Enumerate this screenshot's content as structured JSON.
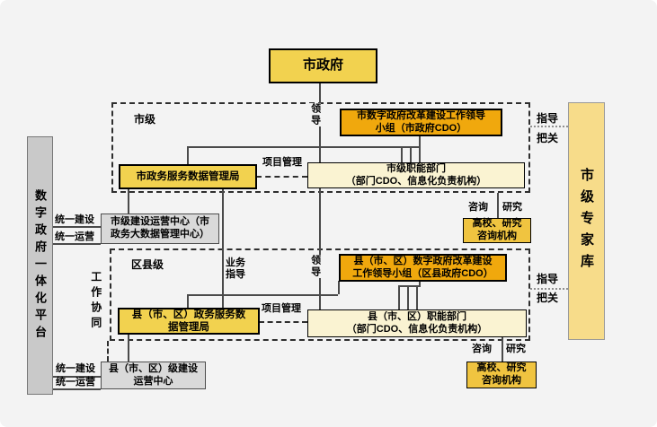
{
  "bars": {
    "platform": {
      "label": "数字政府一体化平台"
    },
    "expert": {
      "label": "市级专家库"
    }
  },
  "sections": {
    "city": {
      "label": "市级"
    },
    "county": {
      "label": "区县级"
    }
  },
  "boxes": {
    "city_gov": {
      "label": "市政府"
    },
    "city_leading_group": {
      "label": "市数字政府改革建设工作领导\n小组（市政府CDO）"
    },
    "city_data_bureau": {
      "label": "市政务服务数据管理局"
    },
    "city_departments": {
      "label": "市级职能部门\n（部门CDO、信息化负责机构）"
    },
    "city_operation_center": {
      "label": "市级建设运营中心（市\n政务大数据管理中心）"
    },
    "city_advisory": {
      "label": "高校、研究\n咨询机构"
    },
    "county_leading_group": {
      "label": "县（市、区）数字政府改革建设\n工作领导小组（区县政府CDO）"
    },
    "county_data_bureau": {
      "label": "县（市、区）政务服务数\n据管理局"
    },
    "county_departments": {
      "label": "县（市、区）职能部门\n（部门CDO、信息化负责机构）"
    },
    "county_operation_center": {
      "label": "县（市、区）级建设\n运营中心"
    },
    "county_advisory": {
      "label": "高校、研究\n咨询机构"
    }
  },
  "edge_labels": {
    "lead_top": "领导",
    "lead_bottom": "领导",
    "project_mgmt_top": "项目管理",
    "project_mgmt_bottom": "项目管理",
    "biz_guidance": "业务\n指导",
    "unified_build_top": "统一建设",
    "unified_ops_top": "统一运营",
    "unified_build_bottom": "统一建设",
    "unified_ops_bottom": "统一运营",
    "consult_top": "咨询",
    "research_top": "研究",
    "consult_bottom": "咨询",
    "research_bottom": "研究",
    "guide_top": "指导",
    "check_top": "把关",
    "guide_bottom": "指导",
    "check_bottom": "把关",
    "work_coordination": "工作协同"
  },
  "colors": {
    "yellow_box": "#F2D24F",
    "orange_box": "#F0A80D",
    "cream_box": "#FAF3D2",
    "gray_box": "#D9D9D9",
    "gold_box": "#F0C440",
    "expert_bar": "#F7DC8A",
    "platform_bar": "#C9C9C9",
    "background": "#F3F3F3"
  }
}
